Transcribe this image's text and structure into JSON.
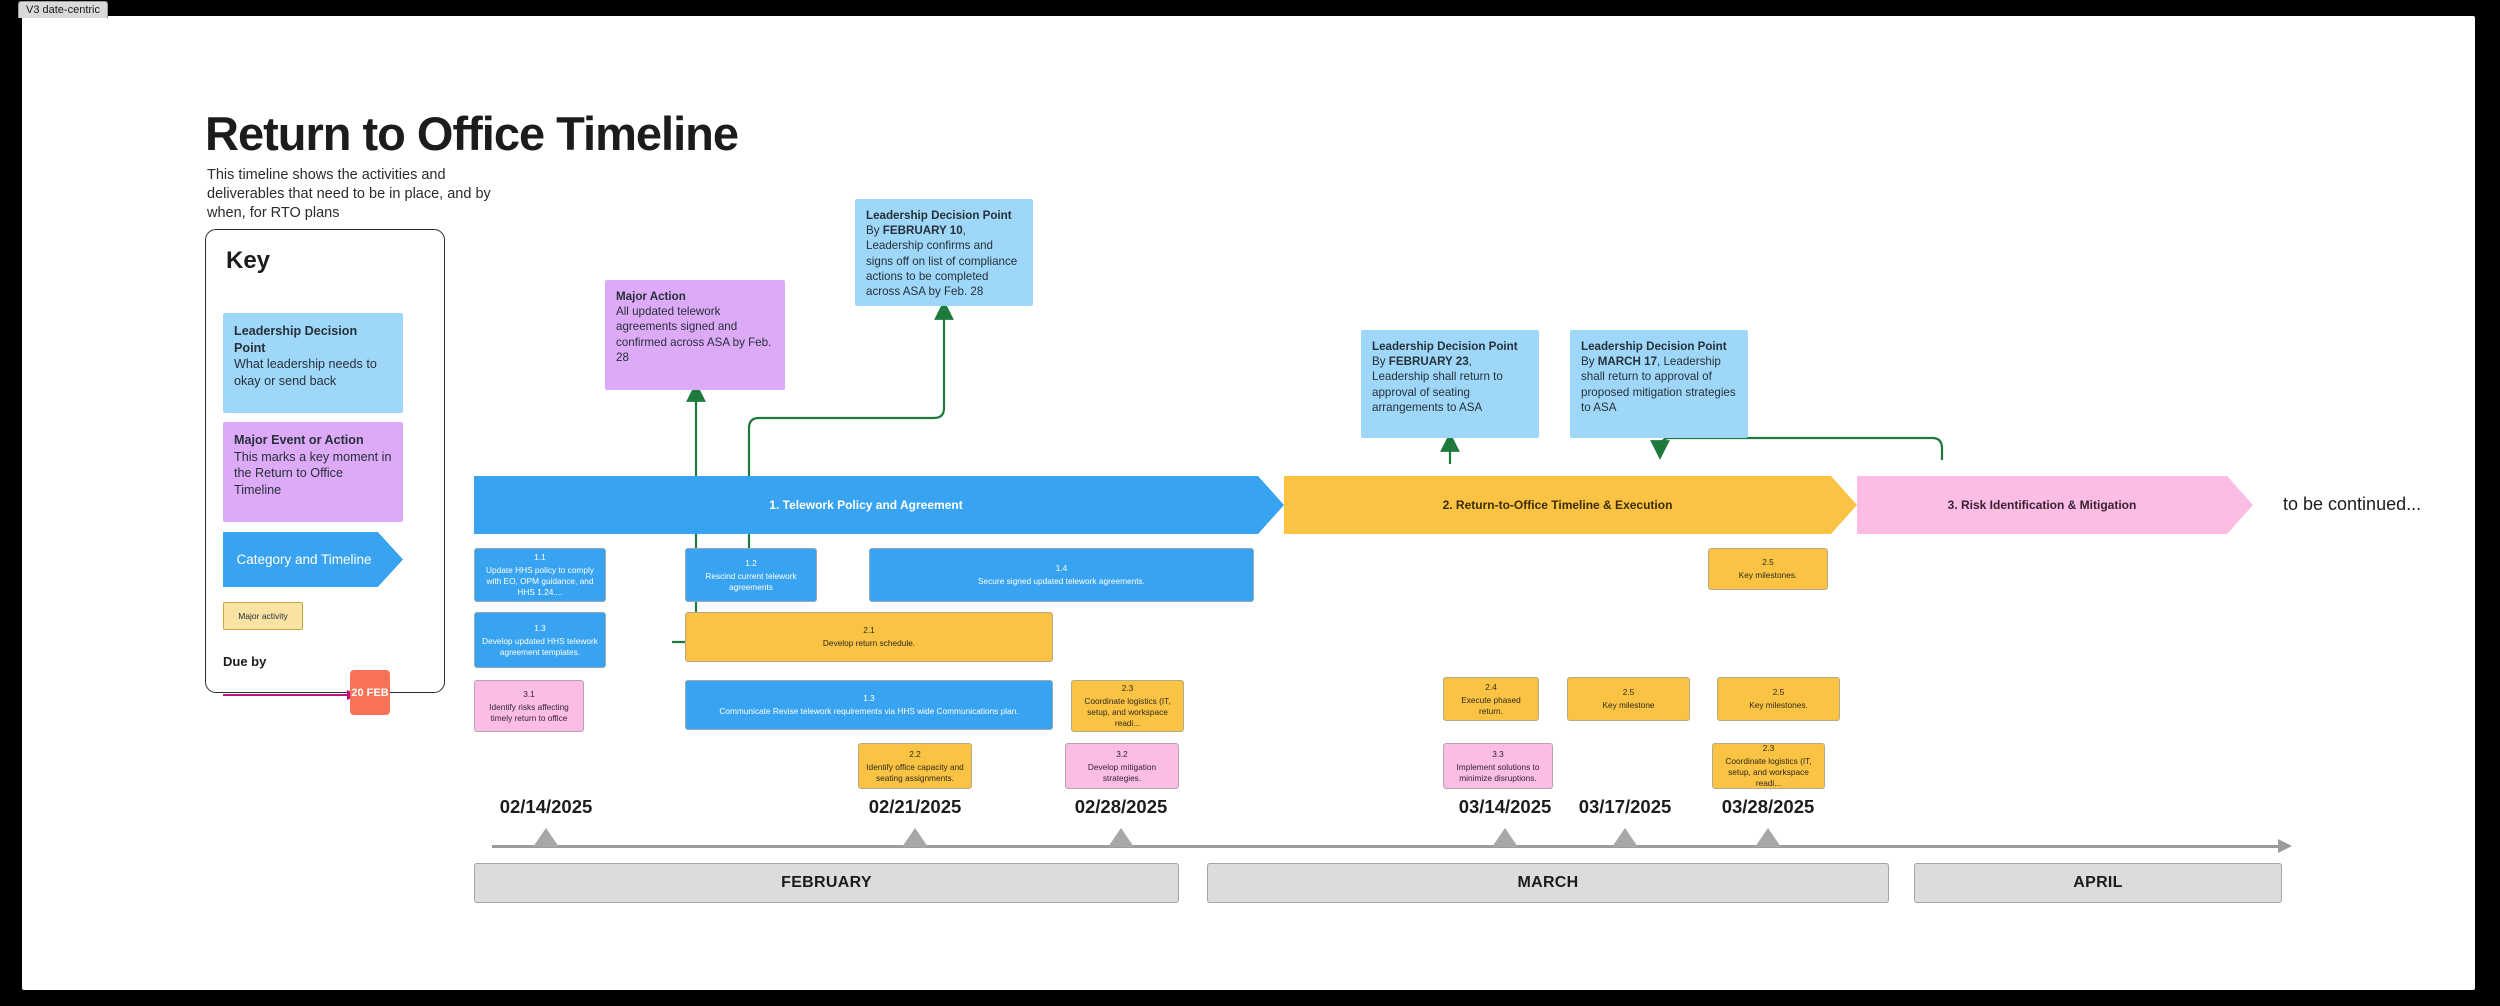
{
  "window": {
    "tab_label": "V3 date-centric"
  },
  "header": {
    "title": "Return to Office Timeline",
    "subtitle": "This timeline shows the activities and deliverables that need to be in place, and by when, for RTO plans"
  },
  "key": {
    "title": "Key",
    "cards": [
      {
        "title": "Leadership Decision Point",
        "body": "What leadership needs to okay or send back",
        "color": "#9ed7f7"
      },
      {
        "title": "Major Event or Action",
        "body": "This marks a key moment in the Return to Office Timeline",
        "color": "#dcaaf7"
      }
    ],
    "chevron_label": "Category and Timeline",
    "chevron_color": "#38a3f0",
    "activity_label": "Major activity",
    "activity_color": "#f8e3a2",
    "dueby_label": "Due by",
    "dueby_badge": "20 FEB",
    "dueby_badge_color": "#fa7155",
    "arrow_color": "#c2117f"
  },
  "callouts": [
    {
      "id": "feb10",
      "title": "Leadership Decision Point",
      "prefix": "By ",
      "date": "FEBRUARY 10",
      "body": ", Leadership confirms and signs off on list of compliance actions to be completed across ASA by Feb. 28",
      "color": "#9ed7f7"
    },
    {
      "id": "major-action",
      "title": "Major Action",
      "prefix": "",
      "date": "",
      "body": "All updated telework agreements signed and confirmed across ASA by Feb. 28",
      "color": "#dcaaf7"
    },
    {
      "id": "feb23",
      "title": "Leadership Decision Point",
      "prefix": "By ",
      "date": "FEBRUARY 23",
      "body": ", Leadership shall return to approval of seating arrangements to ASA",
      "color": "#9ed7f7"
    },
    {
      "id": "mar17",
      "title": "Leadership Decision Point",
      "prefix": "By ",
      "date": "MARCH 17",
      "body": ", Leadership shall return to approval of proposed mitigation strategies to ASA",
      "color": "#9ed7f7"
    }
  ],
  "bands": [
    {
      "label": "1.  Telework Policy and Agreement",
      "color": "#38a3f0"
    },
    {
      "label": "2. Return-to-Office Timeline & Execution",
      "color": "#fbc343"
    },
    {
      "label": "3. Risk Identification & Mitigation",
      "color": "#fbbde4"
    }
  ],
  "to_be_continued": "to be continued...",
  "activities": [
    {
      "num": "1.1",
      "text": "Update HHS policy to comply with EO, OPM guidance, and HHS 1.24....",
      "type": "blue"
    },
    {
      "num": "1.2",
      "text": "Rescind current telework agreements",
      "type": "blue"
    },
    {
      "num": "1.4",
      "text": "Secure signed updated telework agreements.",
      "type": "blue"
    },
    {
      "num": "2.5",
      "text": "Key milestones.",
      "type": "yellow"
    },
    {
      "num": "1.3",
      "text": "Develop updated HHS telework agreement templates.",
      "type": "blue"
    },
    {
      "num": "2.1",
      "text": "Develop return schedule.",
      "type": "yellow"
    },
    {
      "num": "3.1",
      "text": "Identify risks affecting timely return to office",
      "type": "pink"
    },
    {
      "num": "1.3",
      "text": "Communicate Revise telework requirements via HHS wide Communications plan.",
      "type": "blue"
    },
    {
      "num": "2.3",
      "text": "Coordinate logistics (IT, setup, and workspace readi...",
      "type": "yellow"
    },
    {
      "num": "2.4",
      "text": "Execute phased return.",
      "type": "yellow"
    },
    {
      "num": "2.5",
      "text": "Key milestone",
      "type": "yellow"
    },
    {
      "num": "2.5",
      "text": "Key milestones.",
      "type": "yellow"
    },
    {
      "num": "2.2",
      "text": "Identify office capacity and seating assignments.",
      "type": "yellow"
    },
    {
      "num": "3.2",
      "text": "Develop mitigation strategies.",
      "type": "pink"
    },
    {
      "num": "3.3",
      "text": "Implement solutions to minimize disruptions.",
      "type": "pink"
    },
    {
      "num": "2.3",
      "text": "Coordinate logistics (IT, setup, and workspace readi...",
      "type": "yellow"
    }
  ],
  "timeline": {
    "dates": [
      "02/14/2025",
      "02/21/2025",
      "02/28/2025",
      "03/14/2025",
      "03/17/2025",
      "03/28/2025"
    ],
    "months": [
      "FEBRUARY",
      "MARCH",
      "APRIL"
    ],
    "axis_color": "#9c9c9c",
    "month_bar_color": "#dcdcdc"
  }
}
